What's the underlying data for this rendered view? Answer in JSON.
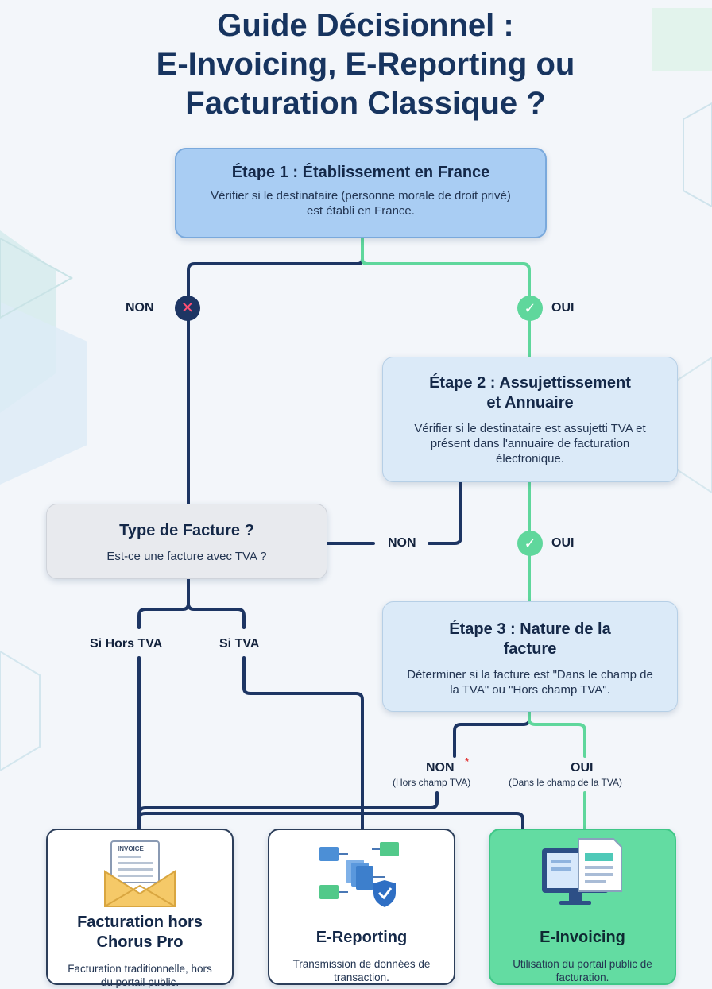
{
  "title": {
    "line1": "Guide Décisionnel :",
    "line2": "E-Invoicing, E-Reporting ou",
    "line3": "Facturation Classique ?"
  },
  "step1": {
    "heading": "Étape 1 : Établissement en France",
    "text": "Vérifier si le destinataire (personne morale de droit privé) est établi en France."
  },
  "step2": {
    "heading": "Étape 2 : Assujettissement et Annuaire",
    "text": "Vérifier si le destinataire est assujetti TVA et présent dans l'annuaire de facturation électronique."
  },
  "step3": {
    "heading": "Étape 3 : Nature de la facture",
    "text": "Déterminer si la facture est \"Dans le champ de la TVA\" ou \"Hors champ TVA\"."
  },
  "type_box": {
    "heading": "Type de Facture ?",
    "text": "Est-ce une facture avec TVA ?"
  },
  "labels": {
    "step1_no": "NON",
    "step1_yes": "OUI",
    "step2_no": "NON",
    "step2_yes": "OUI",
    "hors_tva": "Si Hors TVA",
    "si_tva": "Si TVA",
    "step3_no": "NON",
    "step3_no_star": "*",
    "step3_no_sub": "(Hors champ TVA)",
    "step3_yes": "OUI",
    "step3_yes_sub": "(Dans le champ de la TVA)"
  },
  "badges": {
    "no_symbol": "✕",
    "yes_symbol": "✓"
  },
  "cards": [
    {
      "title": "Facturation hors Chorus Pro",
      "text": "Facturation traditionnelle, hors du portail public.",
      "icon": "invoice-envelope-icon",
      "icon_label": "INVOICE"
    },
    {
      "title": "E-Reporting",
      "text": "Transmission de données de transaction.",
      "icon": "data-transfer-shield-icon"
    },
    {
      "title": "E-Invoicing",
      "text": "Utilisation du portail public de facturation.",
      "icon": "computer-document-icon"
    }
  ],
  "colors": {
    "navy": "#1d3563",
    "green": "#5fd79c",
    "step1_bg": "#a9cdf3",
    "step_bg": "#dbeaf8",
    "type_bg": "#e8eaee",
    "einvoicing_bg": "#63dca2"
  }
}
